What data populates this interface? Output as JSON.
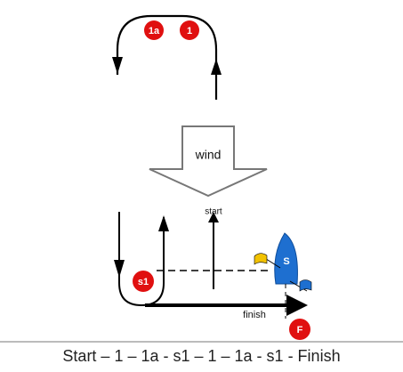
{
  "diagram": {
    "marks": {
      "mark_1a": "1a",
      "mark_1": "1",
      "mark_s1": "s1",
      "mark_s": "S",
      "mark_f": "F"
    },
    "labels": {
      "wind": "wind",
      "start": "start",
      "finish": "finish"
    },
    "course_sequence": "Start – 1 – 1a - s1 – 1 – 1a - s1 -  Finish"
  },
  "colors": {
    "mark_red": "#e01010",
    "signal_boat_blue": "#1e6fd0",
    "flag_yellow": "#f2c200",
    "line_black": "#000000",
    "divider_gray": "#777777"
  }
}
